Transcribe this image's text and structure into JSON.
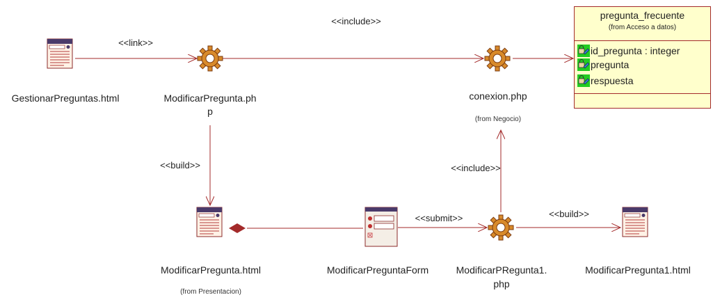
{
  "nodes": {
    "gestionar": {
      "name": "GestionarPreguntas.html"
    },
    "modificar_php": {
      "name_line1": "ModificarPregunta.ph",
      "name_line2": "p"
    },
    "conexion": {
      "name": "conexion.php",
      "from": "(from Negocio)"
    },
    "modificar_html": {
      "name": "ModificarPregunta.html",
      "from": "(from Presentacion)"
    },
    "form": {
      "name": "ModificarPreguntaForm"
    },
    "modificar1_php": {
      "name_line1": "ModificarPRegunta1.",
      "name_line2": "php"
    },
    "modificar1_html": {
      "name": "ModificarPregunta1.html"
    }
  },
  "class_box": {
    "title": "pregunta_frecuente",
    "from": "(from Acceso a datos)",
    "attributes": [
      "id_pregunta : integer",
      "pregunta",
      "respuesta"
    ]
  },
  "relations": {
    "link": "<<link>>",
    "include_top": "<<include>>",
    "build_left": "<<build>>",
    "submit": "<<submit>>",
    "include_mid": "<<include>>",
    "build_right": "<<build>>"
  },
  "colors": {
    "line": "#a32a2a",
    "gear_fill": "#d88a2a",
    "class_fill": "#ffffcc",
    "key_fill": "#22cc22"
  }
}
